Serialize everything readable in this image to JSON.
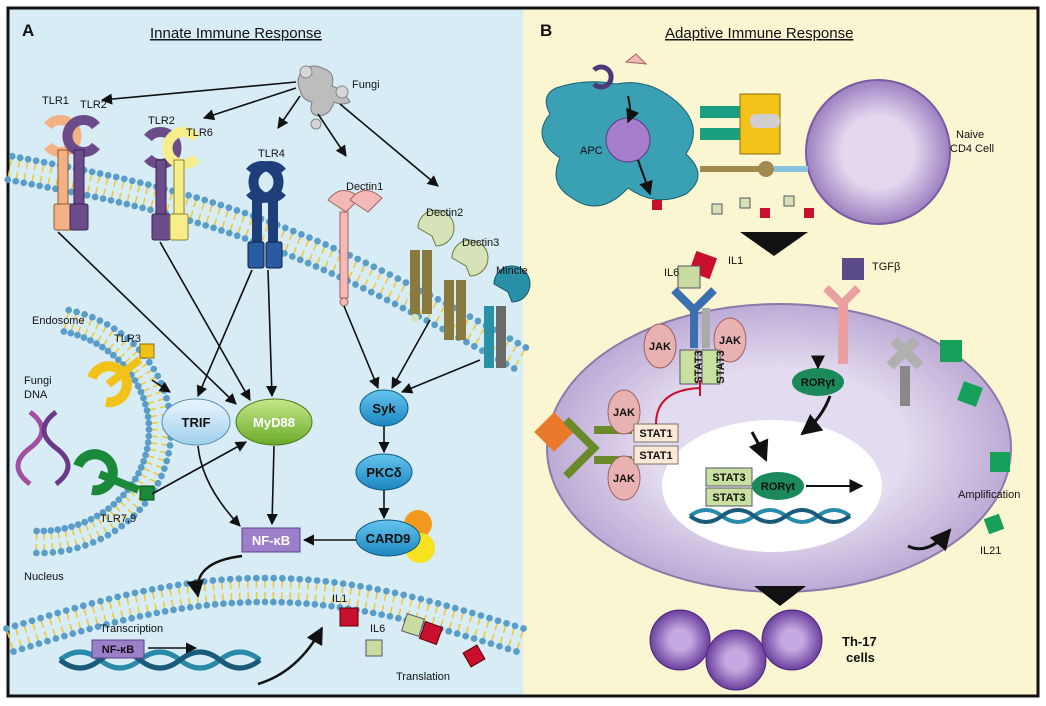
{
  "panels": {
    "a": {
      "letter": "A",
      "title": "Innate Immune Response"
    },
    "b": {
      "letter": "B",
      "title": "Adaptive Immune Response"
    }
  },
  "innate": {
    "fungi": "Fungi",
    "receptors": {
      "tlr1": "TLR1",
      "tlr2a": "TLR2",
      "tlr2b": "TLR2",
      "tlr6": "TLR6",
      "tlr4": "TLR4",
      "dectin1": "Dectin1",
      "dectin2": "Dectin2",
      "dectin3": "Dectin3",
      "mincle": "Mincle",
      "tlr3": "TLR3",
      "tlr79": "TLR7,9"
    },
    "endosome": "Endosome",
    "fungi_dna": [
      "Fungi",
      "DNA"
    ],
    "nodes": {
      "trif": "TRIF",
      "myd88": "MyD88",
      "syk": "Syk",
      "pkc": "PKCδ",
      "card9": "CARD9",
      "nfkb": "NF-κB",
      "nfkb_nuc": "NF-κB"
    },
    "nucleus": "Nucleus",
    "transcription": "Transcription",
    "translation": "Translation",
    "il1": "IL1",
    "il6": "IL6"
  },
  "adaptive": {
    "apc": "APC",
    "naive": [
      "Naive",
      "CD4 Cell"
    ],
    "il1": "IL1",
    "il6": "IL6",
    "tgfb": "TGFβ",
    "jak": "JAK",
    "stat1": "STAT1",
    "stat3": "STAT3",
    "roryt": "RORγt",
    "amplification": "Amplification",
    "il21": "IL21",
    "th17": [
      "Th-17",
      "cells"
    ]
  },
  "colors": {
    "left_bg": "#d8ecf6",
    "right_bg": "#fbf6d2",
    "membrane_head": "#5a9dc8",
    "membrane_tail": "#f0c830",
    "myd88": "#8cc63f",
    "trif": "#bfe0f5",
    "syk": "#2aa3d8",
    "nfkb": "#9b7fc9",
    "il_red": "#c8102e",
    "il_green": "#c8dca0",
    "amplify_green": "#17a05a",
    "cell_purple": "#d6cbe6",
    "th17": "#8a5fb5"
  }
}
